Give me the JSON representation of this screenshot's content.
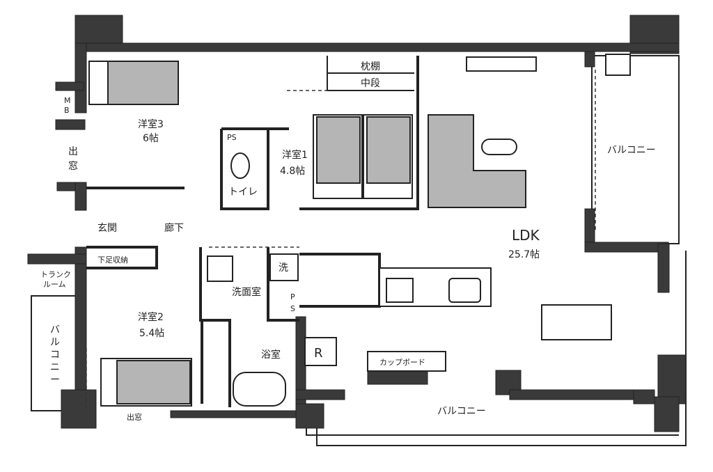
{
  "rooms": {
    "western3": {
      "name": "洋室3",
      "size": "6帖"
    },
    "western1": {
      "name": "洋室1",
      "size": "4.8帖"
    },
    "western2": {
      "name": "洋室2",
      "size": "5.4帖"
    },
    "ldk": {
      "name": "LDK",
      "size": "25.7帖"
    },
    "toilet": "トイレ",
    "entrance": "玄関",
    "hallway": "廊下",
    "washroom": "洗面室",
    "bathroom": "浴室"
  },
  "storage": {
    "upper_shelf": "枕棚",
    "middle_shelf": "中段",
    "shoe_storage": "下足収納",
    "trunk_room_1": "トランク",
    "trunk_room_2": "ルーム",
    "mb_1": "M",
    "mb_2": "B",
    "ps_top": "PS",
    "ps_bottom_1": "P",
    "ps_bottom_2": "S",
    "washer": "洗",
    "refrigerator": "R",
    "cupboard": "カップボード"
  },
  "bay_window": {
    "left_1": "出",
    "left_2": "窓",
    "bottom": "出窓"
  },
  "balconies": {
    "right": "バルコニー",
    "bottom": "バルコニー",
    "left_1": "バ",
    "left_2": "ル",
    "left_3": "コ",
    "left_4": "ニ",
    "left_5": "ー"
  },
  "colors": {
    "wall": "#3a3a3a",
    "furniture": "#b5b5b5"
  }
}
